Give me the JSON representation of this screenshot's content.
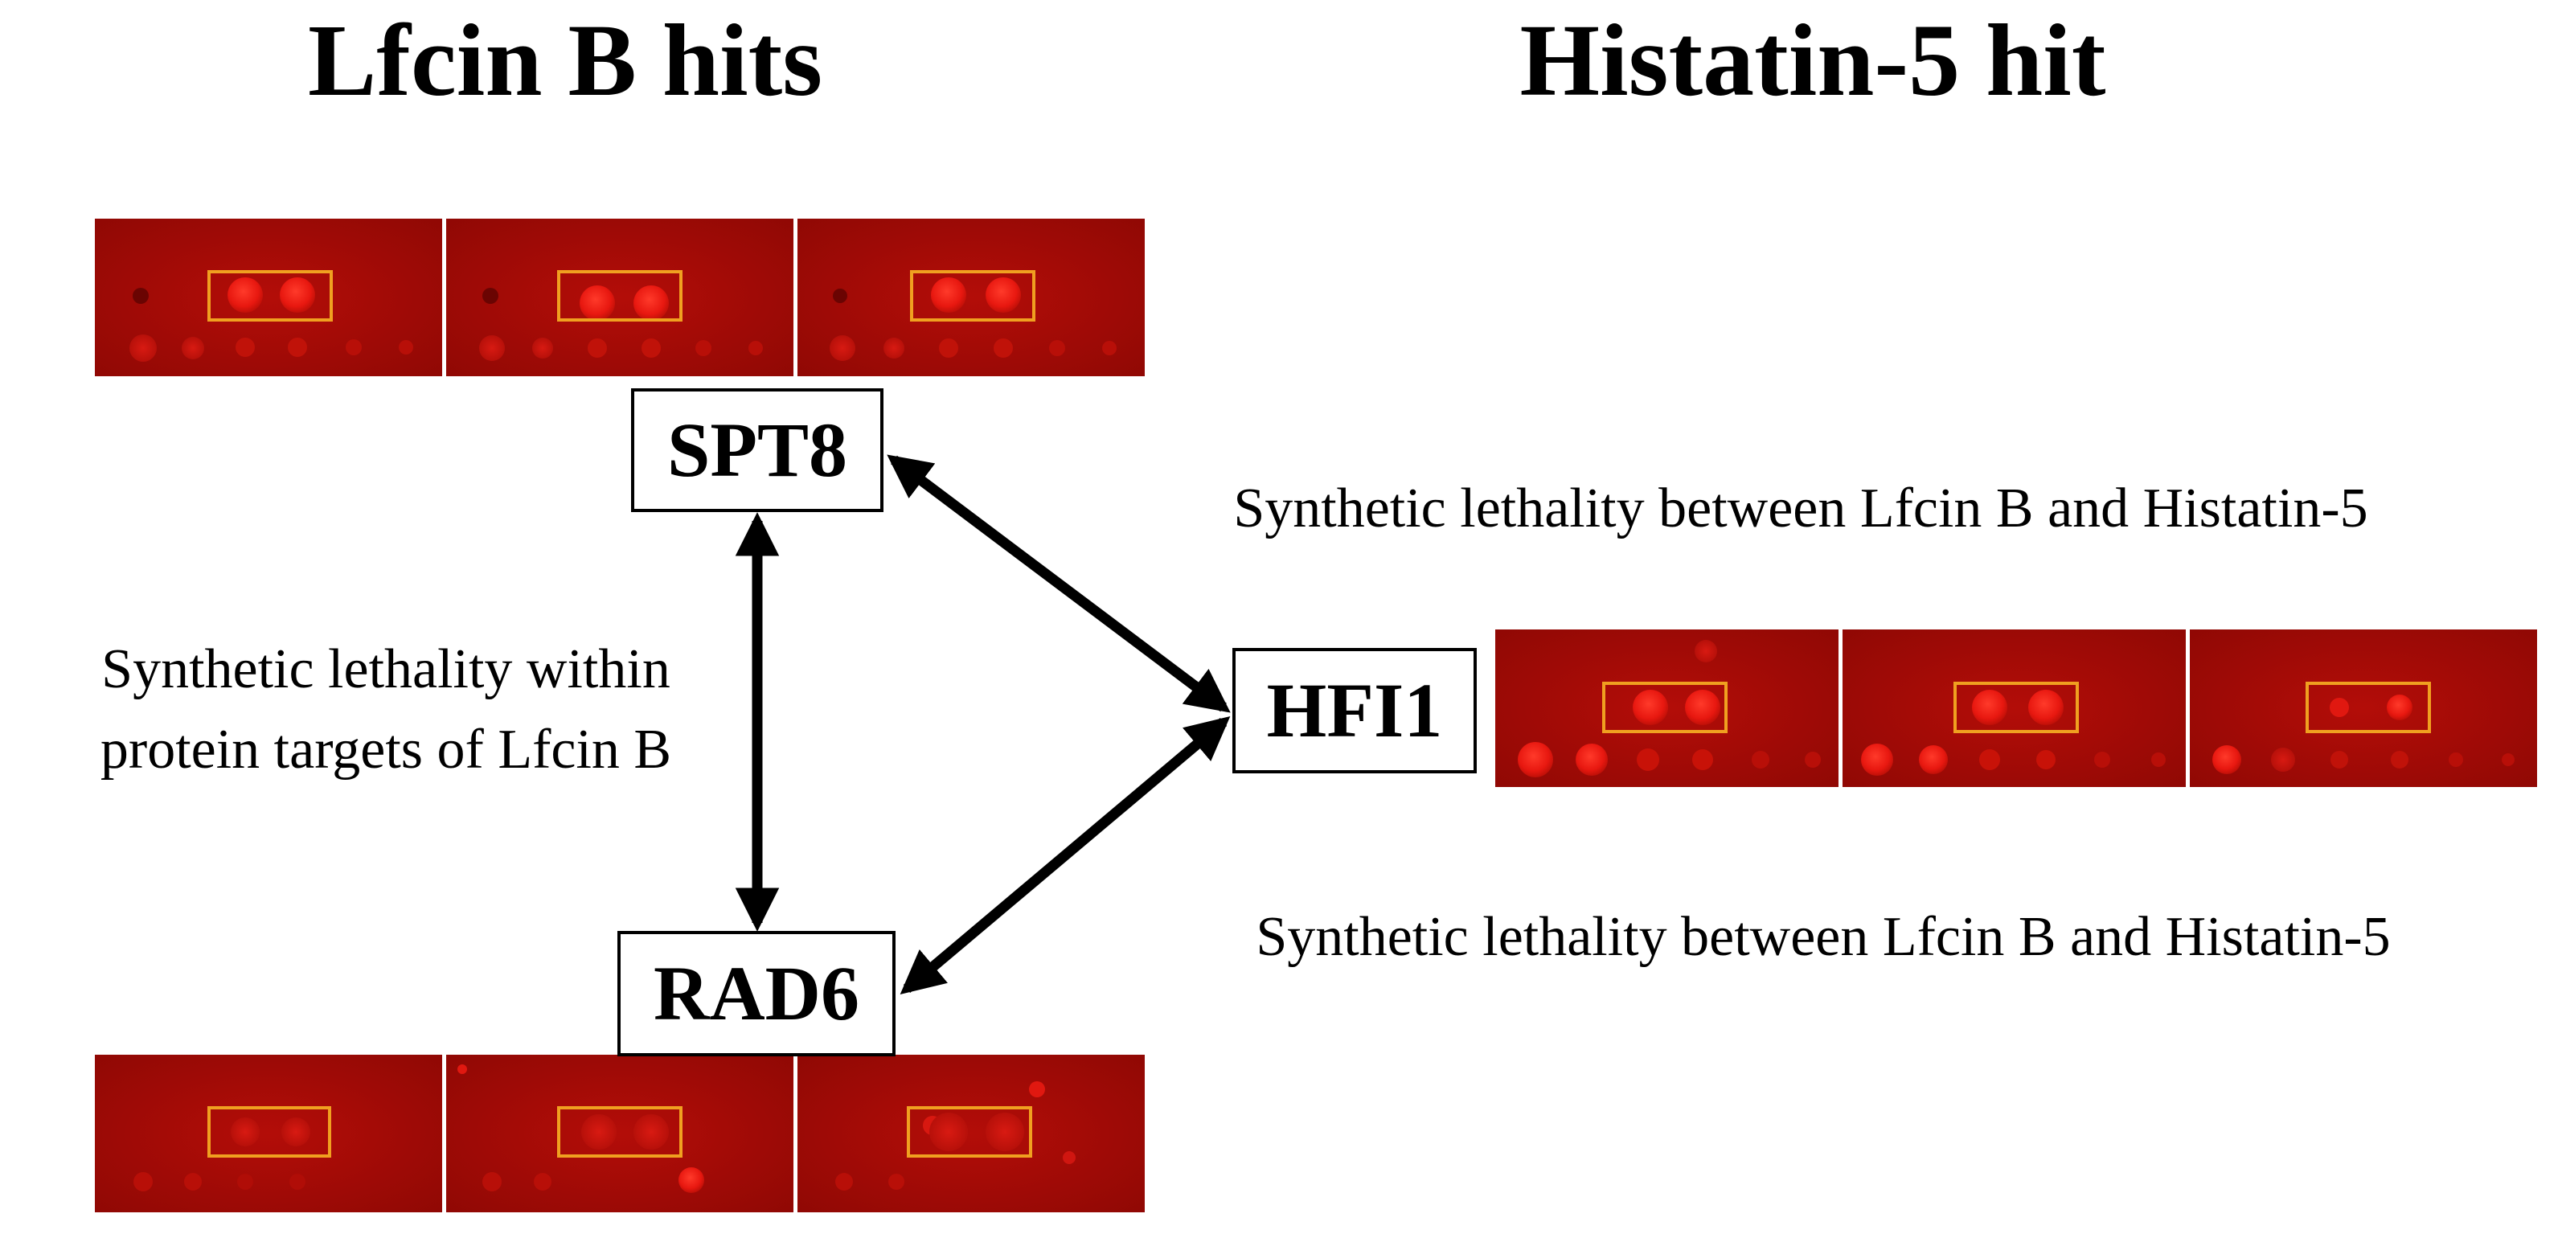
{
  "headings": {
    "left": "Lfcin B hits",
    "right": "Histatin-5 hit"
  },
  "genes": {
    "spt8": "SPT8",
    "hfi1": "HFI1",
    "rad6": "RAD6"
  },
  "annotations": {
    "within_line1": "Synthetic lethality within",
    "within_line2": "protein targets of Lfcin B",
    "between_top": "Synthetic lethality between Lfcin B and Histatin-5",
    "between_bottom": "Synthetic lethality between Lfcin B and Histatin-5"
  },
  "colors": {
    "plate_background": "#a00a06",
    "colony": "#f01c14",
    "highlight_box": "#f0a020",
    "arrow": "#000000"
  },
  "icons": {
    "arrow_head": "double-headed-arrow"
  }
}
